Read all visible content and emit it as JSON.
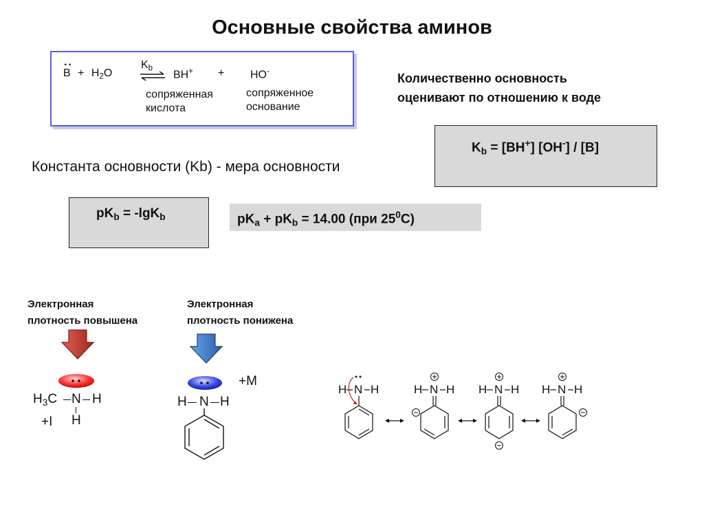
{
  "title": "Основные свойства аминов",
  "equation": {
    "base": "B",
    "plus": "+",
    "water_h": "H",
    "water_sub": "2",
    "water_o": "O",
    "k_letter": "K",
    "k_sub": "b",
    "acid": "BH",
    "acid_charge": "+",
    "plus2": "+",
    "hydroxide": "HO",
    "hydroxide_charge": "-",
    "acid_label_1": "сопряженная",
    "acid_label_2": "кислота",
    "base_label_1": "сопряженное",
    "base_label_2": "основание"
  },
  "note": {
    "line1": "Количественно основность",
    "line2": "оценивают по отношению к воде"
  },
  "kb_formula": {
    "k": "K",
    "sub": "b",
    "rest1": " = [BH",
    "plus": "+",
    "rest2": "] [OH",
    "minus": "-",
    "rest3": "] / [B]"
  },
  "constant_text": "Константа основности (Kb) - мера основности",
  "pkb_formula": {
    "p1": "pK",
    "s1": "b",
    "p2": " = -lgK",
    "s2": "b"
  },
  "pka_formula": {
    "p1": "pK",
    "s1": "a",
    "p2": " + pK",
    "s2": "b",
    "p3": " = 14.00 (при 25",
    "sup": "0",
    "p4": "C)"
  },
  "increased": {
    "line1": "Электронная",
    "line2": "плотность повышена",
    "arrow_color": "#c0392b"
  },
  "decreased": {
    "line1": "Электронная",
    "line2": "плотность понижена",
    "arrow_color": "#3a78c8"
  },
  "methylamine": {
    "h3": "H",
    "sub3": "3",
    "c": "C",
    "n": "N",
    "h_right": "H",
    "h_bottom": "H",
    "effect": "+I"
  },
  "aniline": {
    "h_left": "H",
    "n": "N",
    "h_right": "H",
    "effect": "+M"
  },
  "resonance": {
    "h": "H",
    "n": "N",
    "plus": "+",
    "minus": "−"
  }
}
